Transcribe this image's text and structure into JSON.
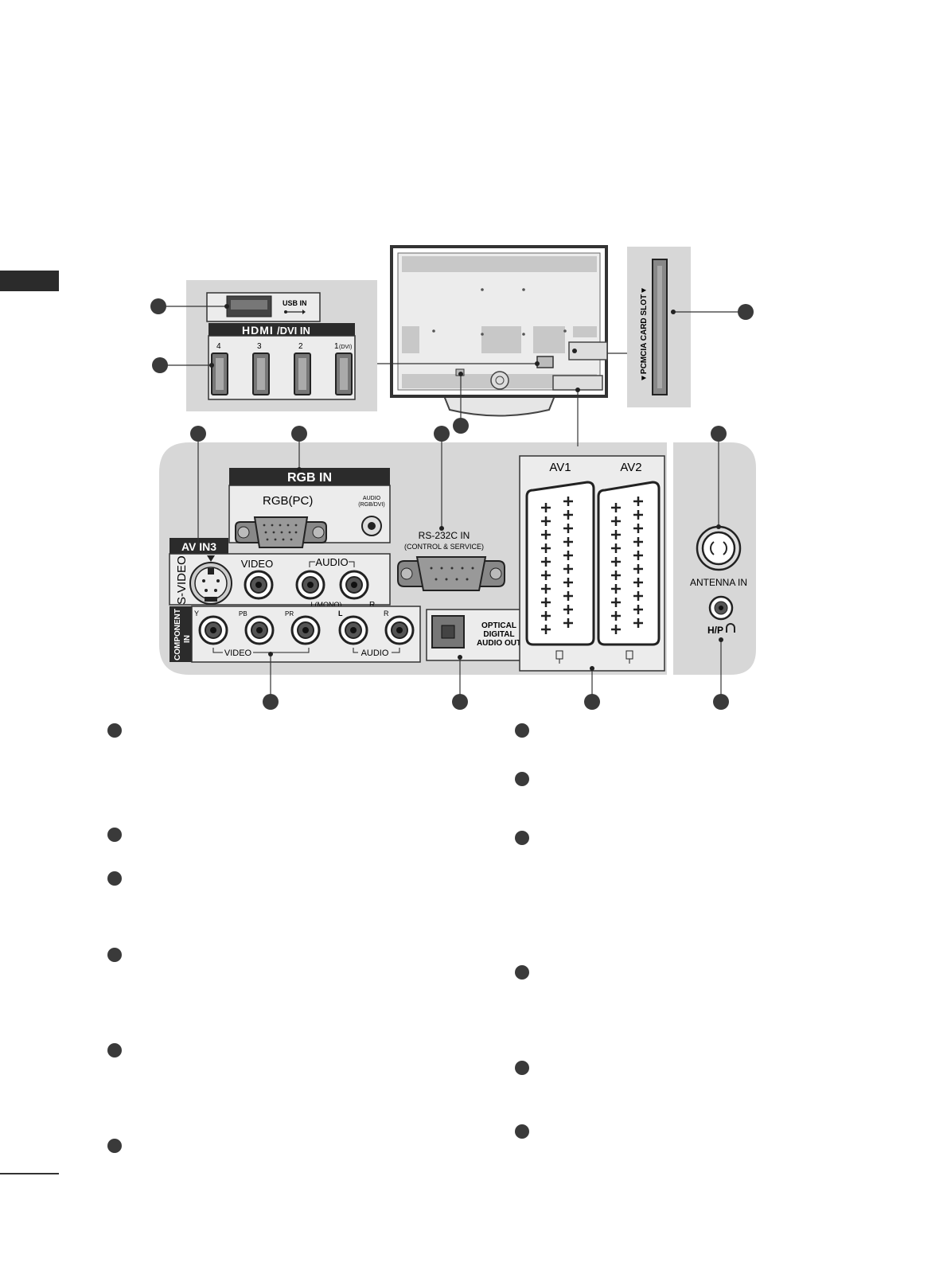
{
  "labels": {
    "usb_in": "USB IN",
    "hdmi_logo": "HDMI",
    "hdmi_suffix": "/DVI IN",
    "hdmi_4": "4",
    "hdmi_3": "3",
    "hdmi_2": "2",
    "hdmi_1": "1",
    "hdmi_1_sub": "(DVI)",
    "pcmcia": "▼PCMCIA CARD SLOT▼",
    "rgb_in": "RGB IN",
    "rgb_pc": "RGB(PC)",
    "audio_rgb_dvi_1": "AUDIO",
    "audio_rgb_dvi_2": "(RGB/DVI)",
    "av_in3": "AV IN3",
    "s_video": "S-VIDEO",
    "video": "VIDEO",
    "audio": "AUDIO",
    "l_mono": "L(MONO)",
    "r": "R",
    "component_1": "COMPONENT",
    "component_2": "IN",
    "y": "Y",
    "pb": "PB",
    "pr": "PR",
    "l": "L",
    "comp_video": "VIDEO",
    "comp_audio": "AUDIO",
    "rs232_1": "RS-232C IN",
    "rs232_2": "(CONTROL & SERVICE)",
    "optical_1": "OPTICAL",
    "optical_2": "DIGITAL",
    "optical_3": "AUDIO OUT",
    "av1": "AV1",
    "av2": "AV2",
    "antenna_in": "ANTENNA IN",
    "hp": "H/P"
  },
  "colors": {
    "panel": "#d7d7d7",
    "dark": "#2b2b2b",
    "marker": "#3a3a3a"
  }
}
